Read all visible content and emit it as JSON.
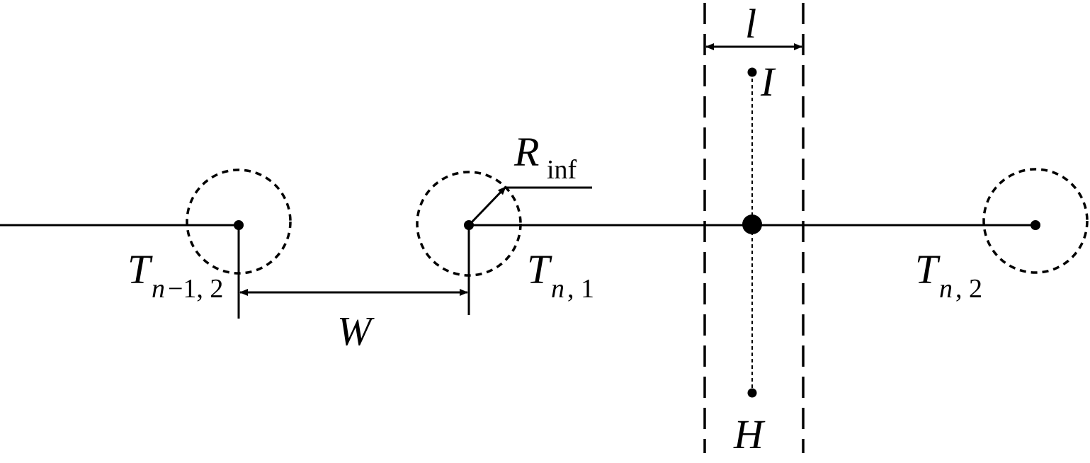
{
  "diagram": {
    "colors": {
      "ink": "#000000",
      "background": "#ffffff"
    },
    "labels": {
      "l": "l",
      "I": "I",
      "H": "H",
      "W": "W",
      "r_main": "R",
      "r_sub": "inf",
      "t_prev_main": "T",
      "t_prev_sub_var": "n",
      "t_prev_sub_rest": "−1, 2",
      "t_n1_main": "T",
      "t_n1_sub_var": "n",
      "t_n1_sub_rest": ", 1",
      "t_n2_main": "T",
      "t_n2_sub_var": "n",
      "t_n2_sub_rest": ", 2"
    }
  }
}
